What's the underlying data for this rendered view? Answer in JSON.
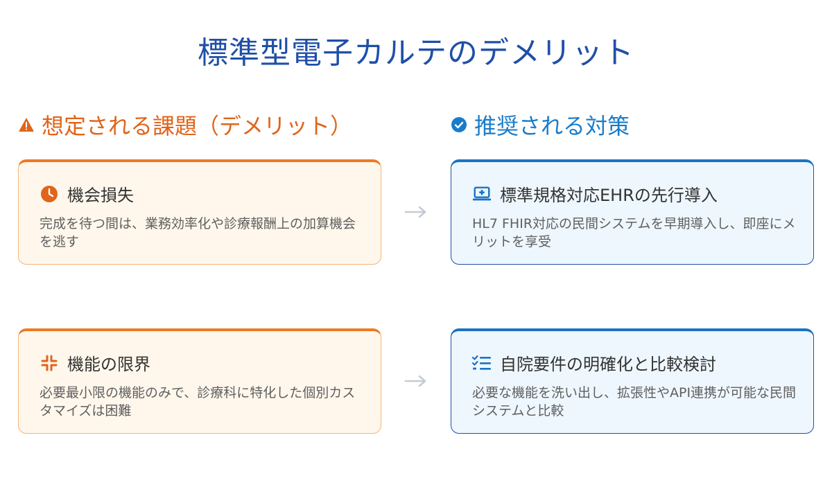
{
  "title": "標準型電子カルテのデメリット",
  "left_column": {
    "heading": "想定される課題（デメリット）",
    "icon": "warning-icon",
    "color": "#e0641a"
  },
  "right_column": {
    "heading": "推奨される対策",
    "icon": "check-circle-icon",
    "color": "#1a7cc9"
  },
  "rows": [
    {
      "issue": {
        "icon": "clock-icon",
        "title": "機会損失",
        "description": "完成を待つ間は、業務効率化や診療報酬上の加算機会を逃す"
      },
      "solution": {
        "icon": "laptop-plus-icon",
        "title": "標準規格対応EHRの先行導入",
        "description": "HL7 FHIR対応の民間システムを早期導入し、即座にメリットを享受"
      }
    },
    {
      "issue": {
        "icon": "compress-icon",
        "title": "機能の限界",
        "description": "必要最小限の機能のみで、診療科に特化した個別カスタマイズは困難"
      },
      "solution": {
        "icon": "checklist-icon",
        "title": "自院要件の明確化と比較検討",
        "description": "必要な機能を洗い出し、拡張性やAPI連携が可能な民間システムと比較"
      }
    }
  ],
  "colors": {
    "title": "#1f4fa8",
    "issue_accent": "#ee7a22",
    "issue_bg": "#fff7ec",
    "solution_accent": "#1a73c4",
    "solution_bg": "#eef7fe",
    "arrow": "#c5cbd6"
  }
}
